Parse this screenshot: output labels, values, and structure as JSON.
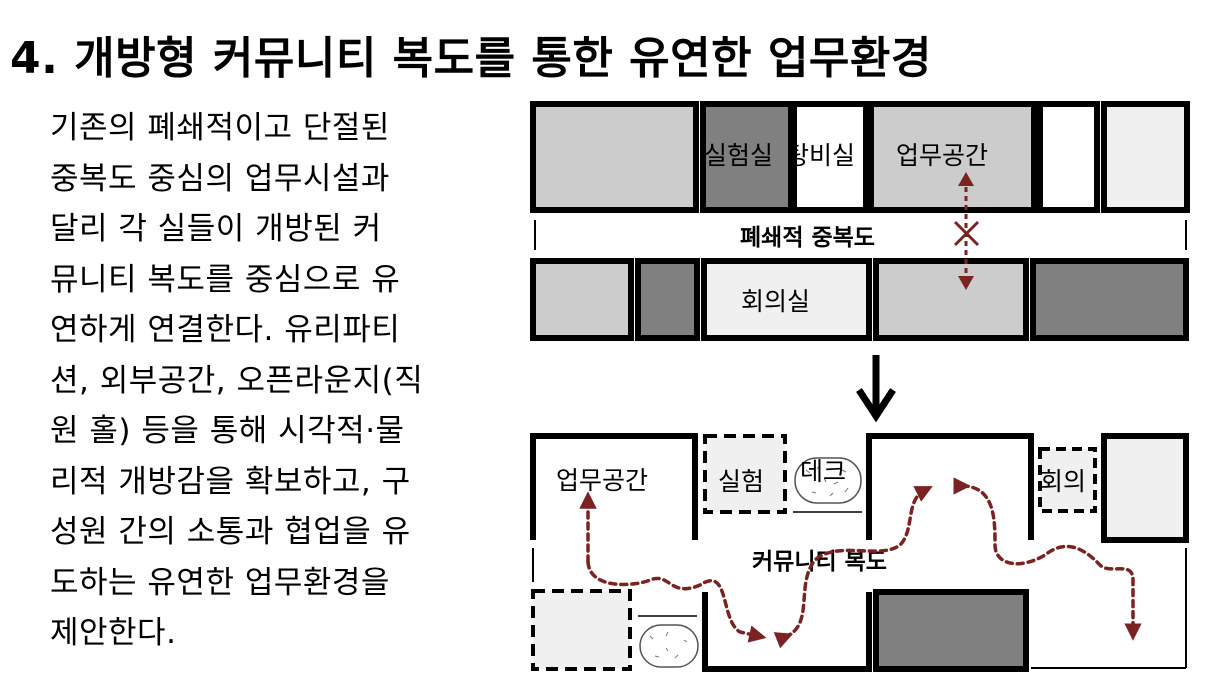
{
  "title": "4. 개방형 커뮤니티 복도를 통한 유연한 업무환경",
  "body_lines": [
    "기존의 폐쇄적이고 단절된",
    "중복도 중심의 업무시설과",
    "달리 각 실들이 개방된 커",
    "뮤니티 복도를 중심으로 유",
    "연하게 연결한다. 유리파티",
    "션, 외부공간, 오픈라운지(직",
    "원 홀) 등을 통해 시각적·물",
    "리적 개방감을 확보하고, 구",
    "성원 간의 소통과 협업을 유",
    "도하는 유연한 업무환경을",
    "제안한다."
  ],
  "top_diagram": {
    "rooms": {
      "lab": "실험실",
      "pantry": "탕비실",
      "workspace": "업무공간",
      "meeting": "회의실"
    },
    "corridor_label": "폐쇄적 중복도"
  },
  "bottom_diagram": {
    "rooms": {
      "workspace": "업무공간",
      "lab": "실험",
      "deck": "데크",
      "meeting": "회의"
    },
    "corridor_label": "커뮤니티 복도"
  },
  "colors": {
    "light_gray": "#cccccc",
    "dark_gray": "#808080",
    "pale": "#f0f0f0",
    "arrow_red": "#7b2222"
  }
}
